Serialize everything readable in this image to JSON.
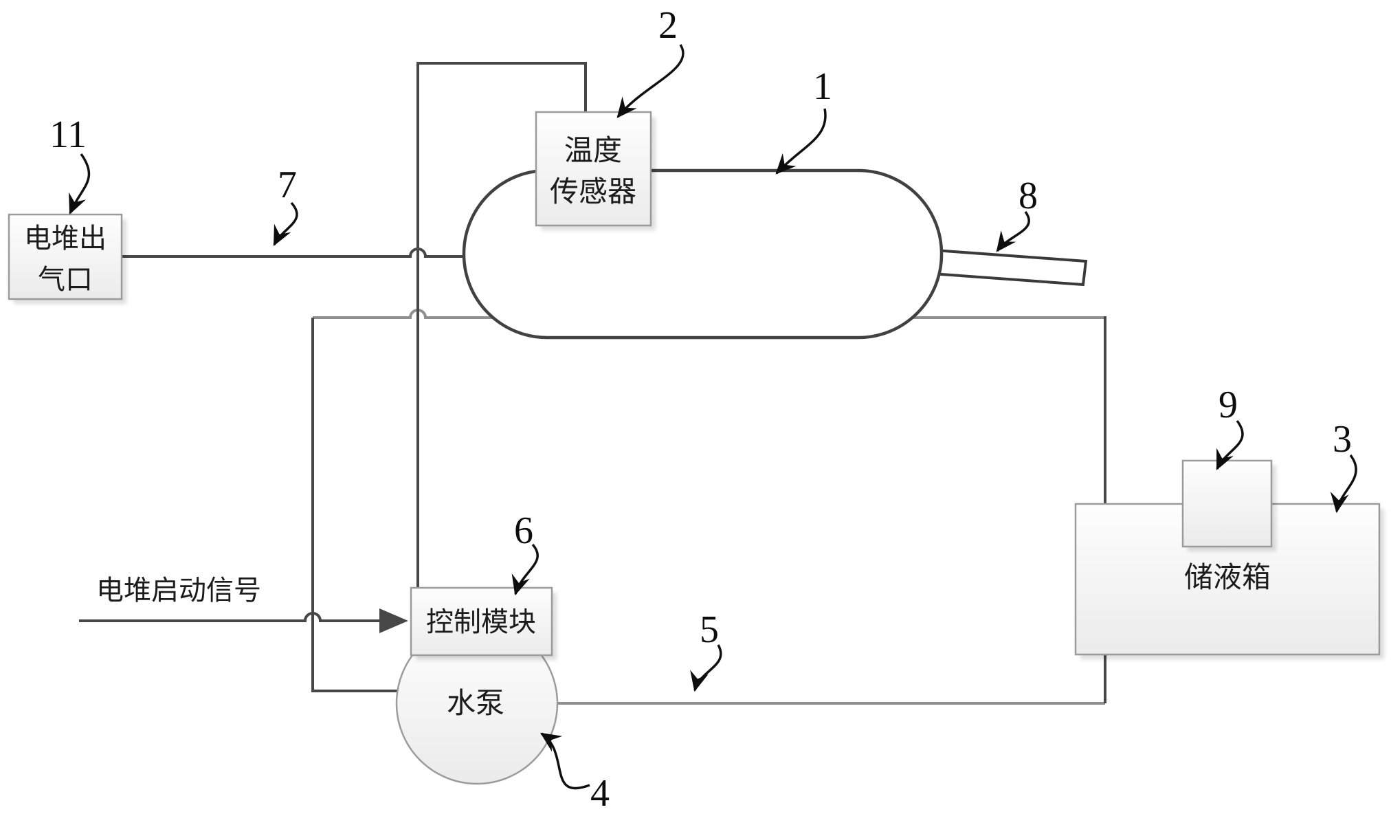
{
  "figure": {
    "background": "#ffffff",
    "wire_color": "#474747",
    "wire_gray_color": "#8f8f8f",
    "box_border_color": "#9b9b9b",
    "label_color": "#0d0d0d"
  },
  "components": {
    "vessel": {
      "ref": "1"
    },
    "temp_sensor": {
      "ref": "2",
      "label_line1": "温度",
      "label_line2": "传感器"
    },
    "tank": {
      "ref": "3",
      "label": "储液箱"
    },
    "pump": {
      "ref": "4",
      "label": "水泵"
    },
    "return_line": {
      "ref": "5"
    },
    "control_module": {
      "ref": "6",
      "label": "控制模块"
    },
    "inlet_line": {
      "ref": "7"
    },
    "outlet_pipe": {
      "ref": "8"
    },
    "tank_port": {
      "ref": "9"
    },
    "stack_gas_outlet": {
      "ref": "11",
      "label_line1": "电堆出",
      "label_line2": "气口"
    },
    "start_signal": {
      "label": "电堆启动信号"
    }
  }
}
